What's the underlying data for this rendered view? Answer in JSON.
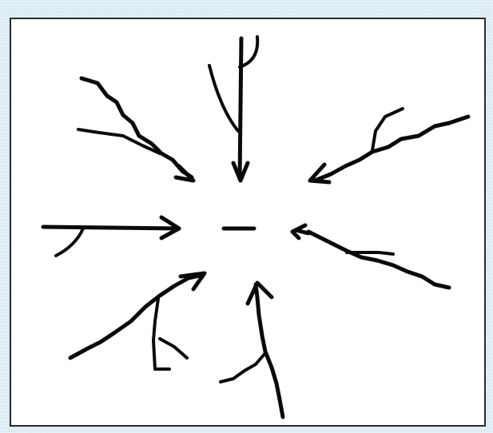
{
  "diagram": {
    "kind": "converging-arrows-sketch",
    "colors": {
      "ink": "#0a0a0a",
      "paper": "#ffffff",
      "frame_border": "#2a2a2a",
      "background": "#d9eaf3"
    },
    "arrows": [
      {
        "id": "top",
        "points_toward": "center"
      },
      {
        "id": "top-left",
        "points_toward": "center"
      },
      {
        "id": "top-right",
        "points_toward": "center"
      },
      {
        "id": "left",
        "points_toward": "center"
      },
      {
        "id": "right",
        "points_toward": "center"
      },
      {
        "id": "bottom-left",
        "points_toward": "center"
      },
      {
        "id": "bottom",
        "points_toward": "center"
      }
    ],
    "center_mark": "dash"
  }
}
